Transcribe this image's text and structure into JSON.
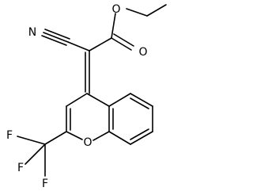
{
  "molecule": {
    "atoms": {
      "ester_o_single": "O",
      "ester_o_double": "O",
      "nitrile_n": "N",
      "ring_o": "O",
      "f1": "F",
      "f2": "F",
      "f3": "F"
    },
    "colors": {
      "ink": "#000000",
      "background": "#ffffff"
    }
  }
}
